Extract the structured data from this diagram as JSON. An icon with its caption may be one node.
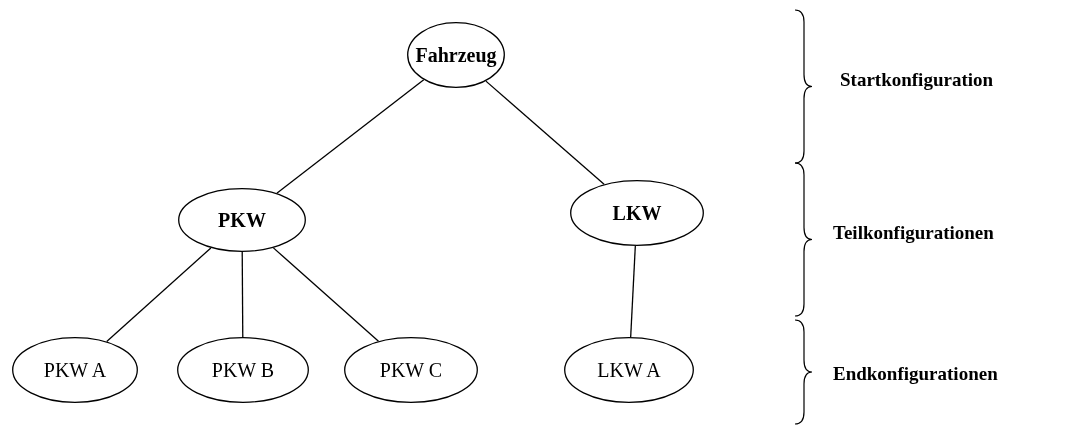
{
  "diagram": {
    "nodes": [
      {
        "text": [
          "Fahrzeug"
        ]
      },
      {
        "text": [
          "PKW"
        ]
      },
      {
        "text": [
          "LKW"
        ]
      },
      {
        "text": [
          "PKW A"
        ]
      },
      {
        "text": [
          "PKW B"
        ]
      },
      {
        "text": [
          "PKW C"
        ]
      },
      {
        "text": [
          "LKW A"
        ]
      }
    ],
    "edges": [
      {
        "from": 0,
        "to": 1,
        "arrow": "none"
      },
      {
        "from": 0,
        "to": 2,
        "arrow": "none"
      },
      {
        "from": 1,
        "to": 3,
        "arrow": "none"
      },
      {
        "from": 1,
        "to": 4,
        "arrow": "none"
      },
      {
        "from": 1,
        "to": 5,
        "arrow": "none"
      },
      {
        "from": 2,
        "to": 6,
        "arrow": "none"
      }
    ],
    "labels": [
      "Startkonfiguration",
      "Teilkonfigurationen",
      "Endkonfigurationen"
    ]
  }
}
